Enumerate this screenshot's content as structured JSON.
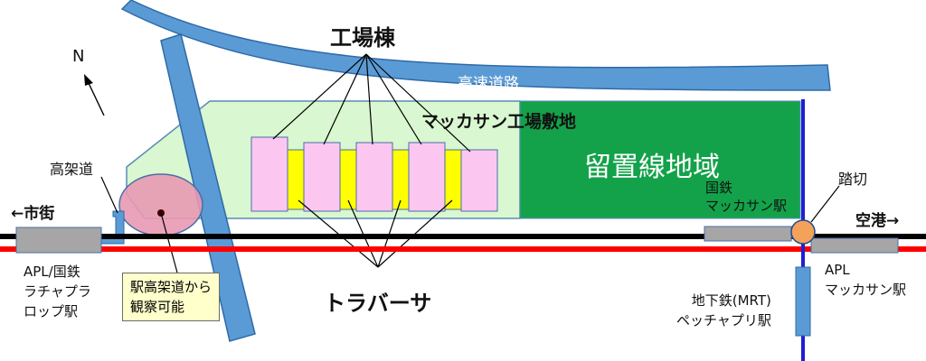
{
  "labels": {
    "north": "N",
    "factory_buildings": "工場棟",
    "expressway": "高速道路",
    "factory_site": "マッカサン工場敷地",
    "storage_area": "留置線地域",
    "elevated_road": "高架道",
    "to_city": "←市街",
    "apl_station": "APL/国鉄\nラチャプラ\nロップ駅",
    "observe_note": "駅高架道から\n観察可能",
    "traverser": "トラバーサ",
    "srt_makkasan": "国鉄\nマッカサン駅",
    "level_crossing": "踏切",
    "to_airport": "空港→",
    "apl_makkasan": "APL\nマッカサン駅",
    "mrt_station": "地下鉄(MRT)\nペッチャプリ駅"
  },
  "colors": {
    "road_blue": "#5b9bd5",
    "road_stroke": "#2e6aa8",
    "site_green_light": "#d9f7d0",
    "storage_green": "#13a24a",
    "building_pink": "#fbc7f1",
    "traverser_yellow": "#ffff00",
    "oval_pink": "#e899b3",
    "rail_black": "#000000",
    "rail_red": "#ff0000",
    "mrt_blue": "#1f1fd6",
    "crossing_orange": "#f4a15a",
    "station_gray": "#a6a6a6",
    "note_bg": "#ffffcc"
  }
}
